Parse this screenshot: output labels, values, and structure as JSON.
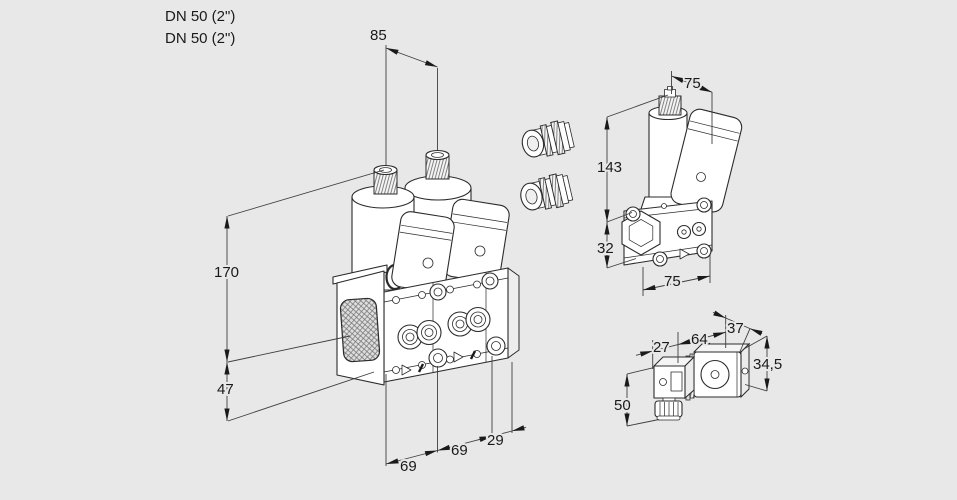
{
  "title": "valve-dimension-drawing",
  "colors": {
    "background": "#e8e8e8",
    "outline": "#2b2b2b",
    "dimension_line": "#3f3f3f",
    "text": "#1a1a1a",
    "fill": "#ffffff"
  },
  "labels": {
    "dn_top": "DN 50 (2\")",
    "dn_bottom": "DN 50 (2\")"
  },
  "dims": {
    "d85": "85",
    "d170": "170",
    "d47": "47",
    "d69_left": "69",
    "d69_right": "69",
    "d29": "29",
    "side_top_75": "75",
    "d143": "143",
    "d32": "32",
    "side_bottom_75": "75",
    "d27": "27",
    "d64": "64",
    "d37": "37",
    "d34_5": "34,5",
    "d50": "50"
  }
}
